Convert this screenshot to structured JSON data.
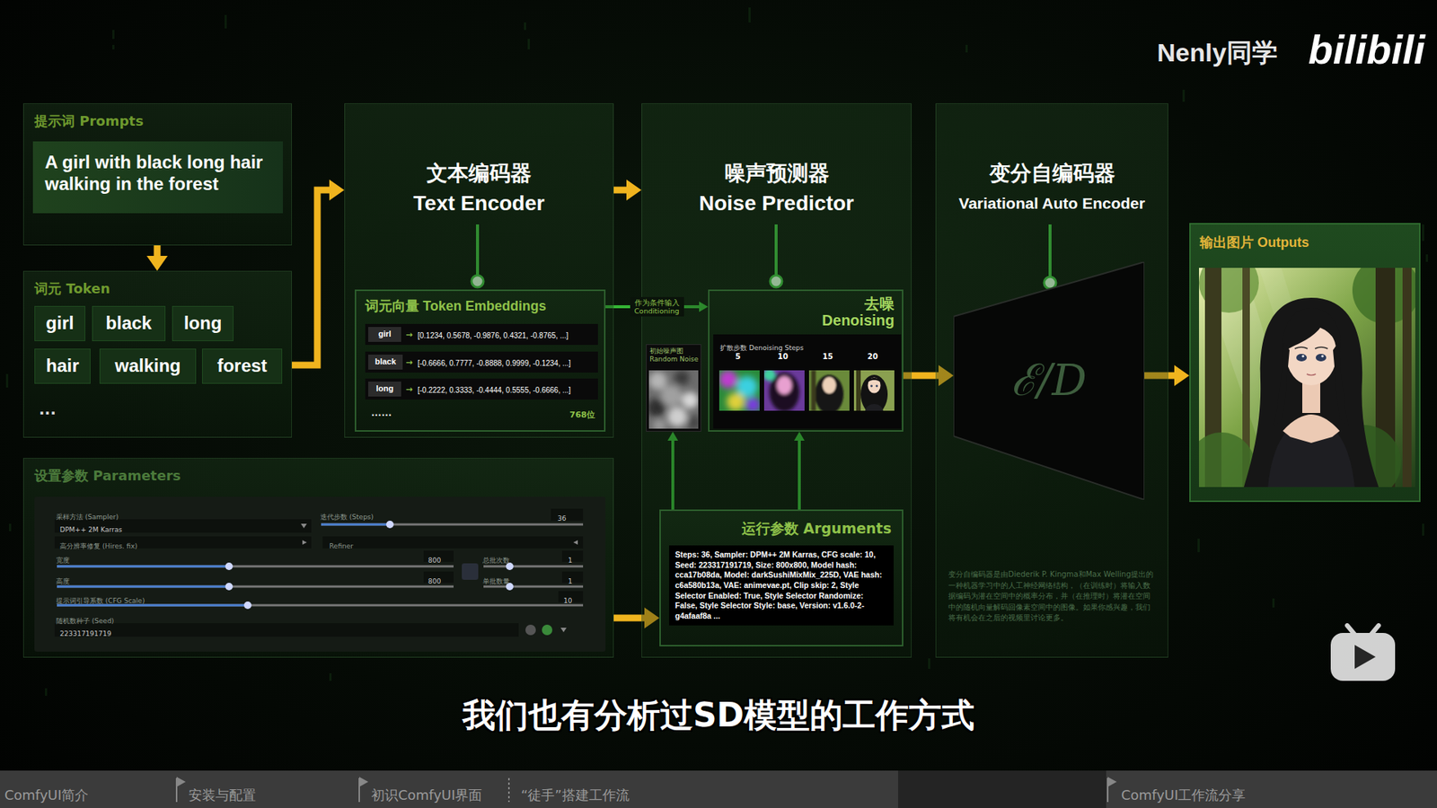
{
  "diagram": {
    "nodes": [
      {
        "text": [
          "提示词 Prompts"
        ]
      },
      {
        "text": [
          "A girl with black long hair walking in the forest"
        ],
        "in": 0
      },
      {
        "text": [
          "词元 Token",
          "..."
        ]
      },
      {
        "text": [
          "girl"
        ],
        "in": 2
      },
      {
        "text": [
          "black"
        ],
        "in": 2
      },
      {
        "text": [
          "long"
        ],
        "in": 2
      },
      {
        "text": [
          "hair"
        ],
        "in": 2
      },
      {
        "text": [
          "walking"
        ],
        "in": 2
      },
      {
        "text": [
          "forest"
        ],
        "in": 2
      },
      {
        "text": [
          "文本编码器",
          "Text Encoder"
        ]
      },
      {
        "text": [
          "词元向量 Token Embeddings",
          "......",
          "768位"
        ],
        "in": 9
      },
      {
        "text": [
          "girl"
        ],
        "in": 10
      },
      {
        "text": [
          "black"
        ],
        "in": 10
      },
      {
        "text": [
          "long"
        ],
        "in": 10
      },
      {
        "text": [
          "噪声预测器",
          "Noise Predictor"
        ]
      },
      {
        "text": [
          "初始噪声图 Random Noise"
        ],
        "in": 14
      },
      {
        "text": [
          "去噪 Denoising",
          "扩散步数 Denoising Steps"
        ],
        "in": 14
      },
      {
        "text": [
          "运行参数 Arguments",
          "Steps: 36, Sampler: DPM++ 2M Karras, CFG scale: 10, Seed: 223317191719, Size: 800x800, Model hash: cca17b08da, Model: darkSushiMixMix_225D, VAE hash: c6a580b13a, VAE: animevae.pt, Clip skip: 2, Style Selector Enabled: True, Style Selector Randomize: False, Style Selector Style: base, Version: v1.6.0-2-g4afaaf8a ..."
        ],
        "in": 14
      },
      {
        "text": [
          "变分自编码器",
          "Variational Auto Encoder",
          "变分自编码器是由Diederik P. Kingma和Max Welling提出的一种机器学习中的人工神经网络结构，（在训练时）将输入数据编码为潜在空间中的概率分布，并（在推理时）将潜在空间中的随机向量解码回像素空间中的图像。如果你感兴趣，我们将有机会在之后的视频里讨论更多。"
        ]
      },
      {
        "text": [
          "ℰ/D"
        ],
        "in": 18
      },
      {
        "text": [
          "输出图片 Outputs"
        ]
      },
      {
        "text": [
          "设置参数 Parameters"
        ]
      }
    ],
    "edges": [
      {
        "from": 0,
        "to": 2,
        "arrow": "to"
      },
      {
        "from": 2,
        "to": 9,
        "arrow": "to"
      },
      {
        "from": 9,
        "to": 14,
        "arrow": "to"
      },
      {
        "from": 10,
        "to": 16,
        "label": "作为条件输入 Conditioning",
        "arrow": "to"
      },
      {
        "from": 17,
        "to": 16,
        "arrow": "to"
      },
      {
        "from": 17,
        "to": 15,
        "arrow": "to"
      },
      {
        "from": 21,
        "to": 17,
        "arrow": "to"
      },
      {
        "from": 16,
        "to": 19,
        "arrow": "to"
      },
      {
        "from": 19,
        "to": 20,
        "arrow": "to"
      }
    ],
    "labels": [
      "→",
      "[0.1234, 0.5678, -0.9876, 0.4321, -0.8765, ...]",
      "→",
      "[-0.6666, 0.7777, -0.8888, 0.9999, -0.1234, ...]",
      "→",
      "[-0.2222, 0.3333, -0.4444, 0.5555, -0.6666, ...]",
      "5",
      "10",
      "15",
      "20",
      "采样方法 (Sampler)",
      "DPM++ 2M Karras",
      "迭代步数 (Steps)",
      "36",
      "高分辨率修复 (Hires. fix)",
      "Refiner",
      "宽度",
      "800",
      "高度",
      "800",
      "总批次数",
      "1",
      "单批数量",
      "1",
      "提示词引导系数 (CFG Scale)",
      "10",
      "随机数种子 (Seed)",
      "223317191719",
      "Nenly同学",
      "bilibili",
      "我们也有分析过SD模型的工作方式",
      "ComfyUI简介",
      "安装与配置",
      "初识ComfyUI界面",
      "“徒手”搭建工作流",
      "ComfyUI工作流分享"
    ]
  }
}
